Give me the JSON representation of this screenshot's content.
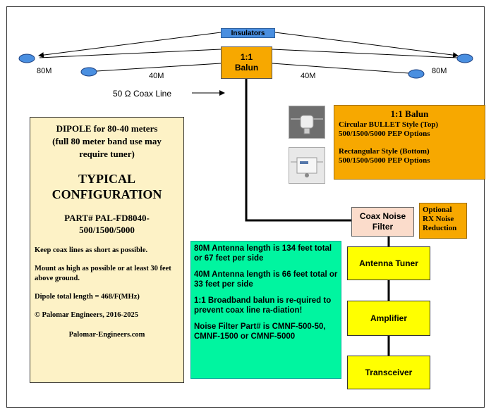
{
  "labels": {
    "insulators": "Insulators",
    "balun_line1": "1:1",
    "balun_line2": "Balun",
    "ant80_left": "80M",
    "ant40_left": "40M",
    "ant40_right": "40M",
    "ant80_right": "80M",
    "coax_line": "50 Ω Coax Line"
  },
  "info": {
    "title_line1": "DIPOLE for 80-40 meters",
    "title_line2": "(full 80 meter band use may",
    "title_line3": "require tuner)",
    "typical_line1": "TYPICAL",
    "typical_line2": "CONFIGURATION",
    "part_line1": "PART# PAL-FD8040-",
    "part_line2": "500/1500/5000",
    "note1": "Keep coax lines as short as possible.",
    "note2": "Mount as high as possible or at least 30 feet above ground.",
    "note3": "Dipole total length = 468/F(MHz)",
    "copyright": "© Palomar Engineers, 2016-2025",
    "website": "Palomar-Engineers.com"
  },
  "balun_info": {
    "title": "1:1 Balun",
    "style1": "Circular BULLET Style (Top)",
    "options1": "500/1500/5000 PEP Options",
    "style2": "Rectangular Style (Bottom)",
    "options2": "500/1500/5000 PEP Options"
  },
  "coax_filter": {
    "line1": "Coax Noise",
    "line2": "Filter"
  },
  "optional": {
    "line1": "Optional",
    "line2": "RX Noise",
    "line3": "Reduction"
  },
  "chain": {
    "tuner": "Antenna Tuner",
    "amplifier": "Amplifier",
    "transceiver": "Transceiver"
  },
  "specs": {
    "p1": "80M Antenna length is 134 feet total or 67 feet per side",
    "p2": "40M Antenna length is 66 feet total or 33 feet per side",
    "p3": "1:1 Broadband balun is re-quired to prevent coax line ra-diation!",
    "p4": "Noise Filter Part# is CMNF-500-50, CMNF-1500 or CMNF-5000"
  },
  "colors": {
    "insulator": "#4a8fe0",
    "balun": "#f7a800",
    "info_bg": "#fdf2c6",
    "specs_bg": "#00f5a0",
    "chain_bg": "#ffff00",
    "coax_filter_bg": "#fbdccb"
  }
}
